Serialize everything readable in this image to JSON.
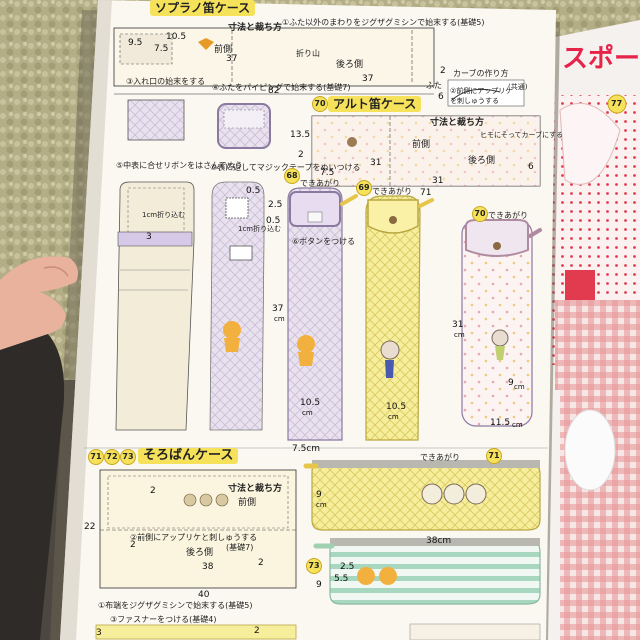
{
  "sections": {
    "soprano": {
      "title": "ソプラノ笛ケース",
      "cut_label": "寸法と裁ち方",
      "step1": "①ふた以外のまわりをジグザグミシンで始末する(基礎5)",
      "front": "前側",
      "back": "後ろ側",
      "fold": "折り山",
      "lid": "ふた",
      "curve": "カーブの作り方",
      "curve_note": "(共通)",
      "step2": "②前側にアップリケ",
      "step2b": "を刺しゅうする"
    },
    "alto": {
      "badge": "70",
      "title": "アルト笛ケース",
      "cut_label": "寸法と裁ち方",
      "front": "前側",
      "back": "後ろ側",
      "curve_note": "ヒモにそってカーブにする"
    },
    "soroban": {
      "badges": [
        "71",
        "72",
        "73"
      ],
      "title": "そろばんケース",
      "cut_label": "寸法と裁ち方",
      "front": "前側",
      "back": "後ろ側",
      "step2": "②前側にアップリケと刺しゅうする",
      "step2b": "(基礎7)",
      "step1": "①布端をジグザグミシンで始末する(基礎5)",
      "step3": "③ファスナーをつける(基礎4)"
    }
  },
  "steps": {
    "s3": "③入れ口の始末をする",
    "s4": "④ふたをパイピングで始末する(基礎7)",
    "s5": "⑤中表に合せリボンをはさんでぬう",
    "s6": "⑥表に返してマジックテープをぬいつける",
    "s6b": "⑥ボタンをつける",
    "fold1": "1cm折り込む",
    "fold2": "1cm折り込む"
  },
  "finished": {
    "label": "できあがり",
    "b68": "68",
    "b69": "69",
    "b70": "70",
    "b71": "71",
    "b73": "73"
  },
  "dims": {
    "d9_5": "9.5",
    "d7_5": "7.5",
    "d10_5": "10.5",
    "d37a": "37",
    "d37b": "37",
    "d82": "82",
    "d6a": "6",
    "d2a": "2",
    "d13_5": "13.5",
    "d2b": "2",
    "d31a": "31",
    "d31b": "31",
    "d71": "71",
    "d6b": "6",
    "d7_5b": "7.5",
    "d0_5a": "0.5",
    "d2_5": "2.5",
    "d0_5b": "0.5",
    "d3": "3",
    "d37c": "37",
    "d37c_cm": "cm",
    "d10_5b": "10.5",
    "d10_5b_cm": "cm",
    "d10_5c": "10.5",
    "d10_5c_cm": "cm",
    "d7_5c": "7.5cm",
    "d31c": "31",
    "d31c_cm": "cm",
    "d9a": "9",
    "d9a_cm": "cm",
    "d11_5": "11.5",
    "d11_5_cm": "cm",
    "d22": "22",
    "d2c": "2",
    "d2d": "2",
    "d40": "40",
    "d38a": "38",
    "d2e": "2",
    "d9b": "9",
    "d9b_cm": "cm",
    "d38b": "38cm",
    "d2_5b": "2.5",
    "d5_5": "5.5",
    "d9c": "9",
    "d2f": "2",
    "d3b": "3"
  },
  "page_number": "77",
  "magazine_title": "スポー"
}
